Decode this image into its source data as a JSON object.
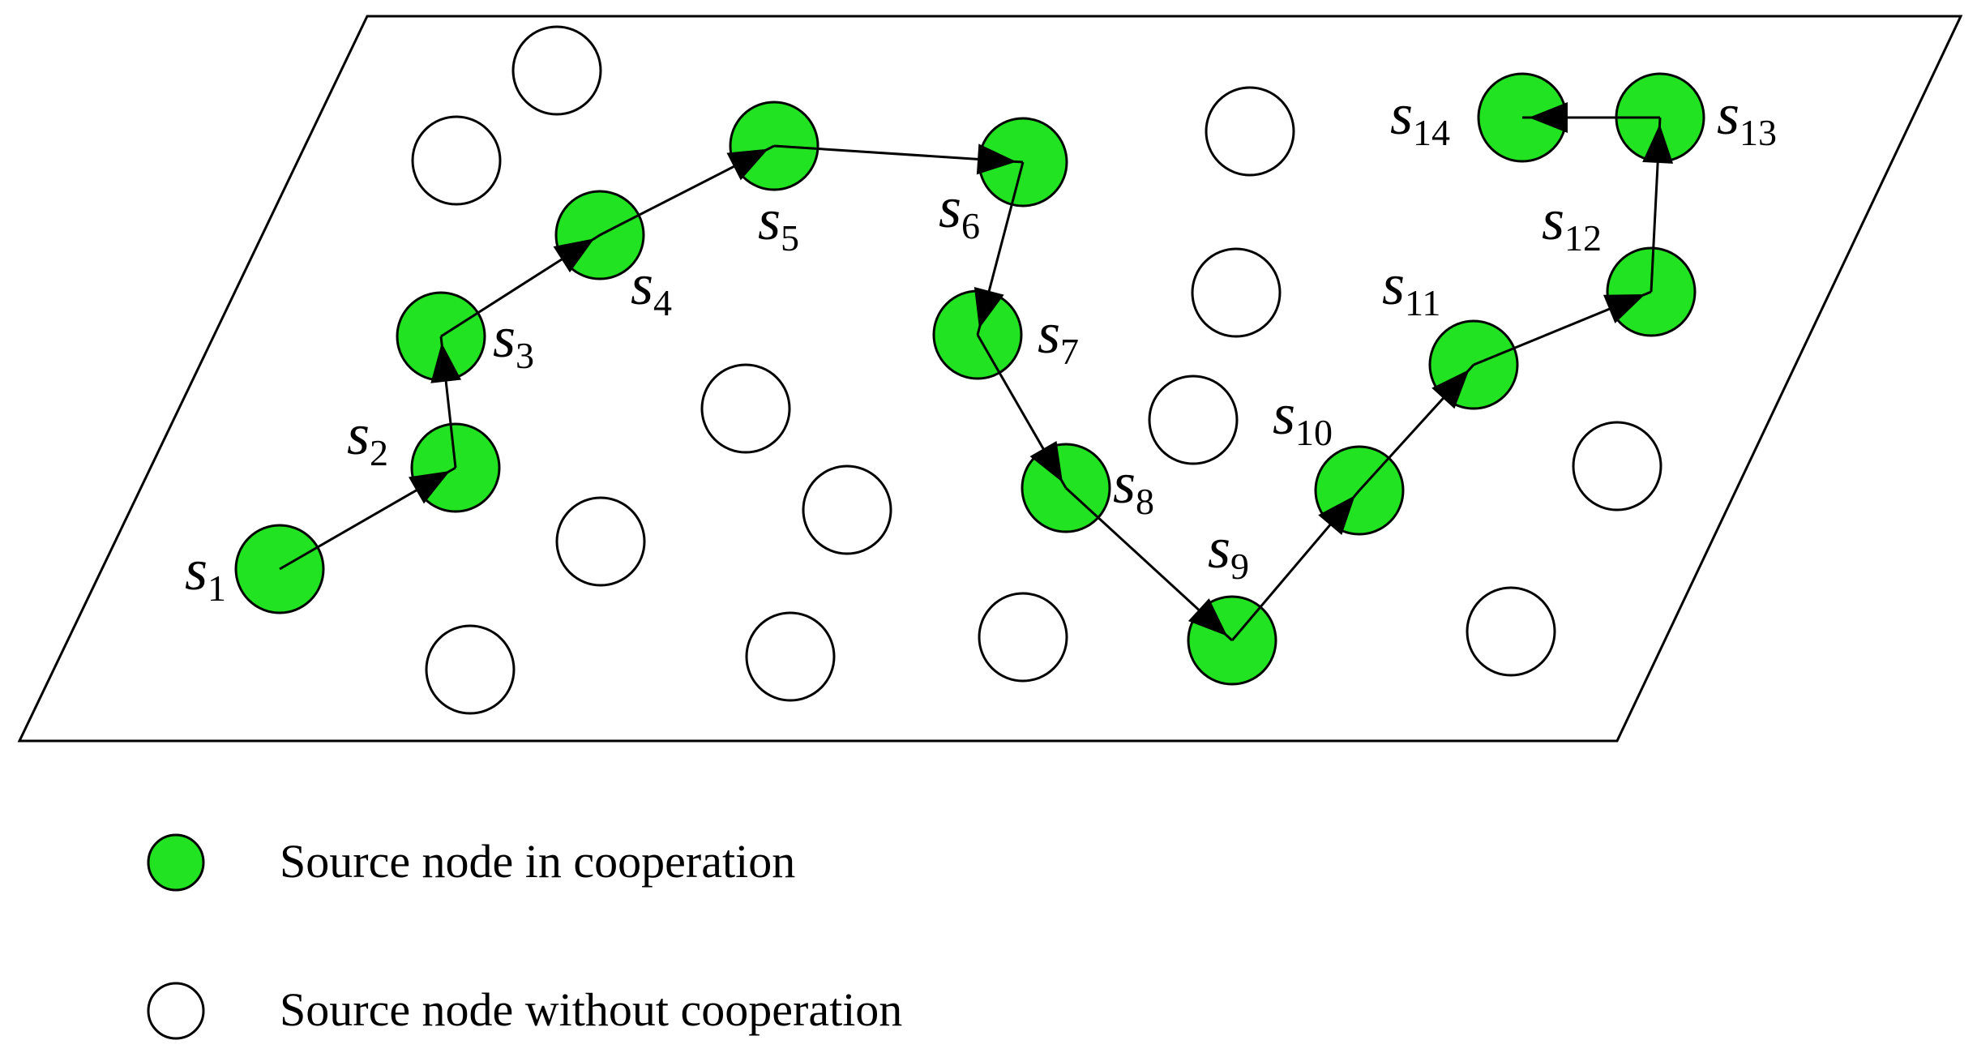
{
  "colors": {
    "active_fill": "#22e322",
    "inactive_fill": "#ffffff",
    "stroke": "#000000"
  },
  "active_nodes": [
    {
      "id": "s1",
      "var": "s",
      "sub": "1"
    },
    {
      "id": "s2",
      "var": "s",
      "sub": "2"
    },
    {
      "id": "s3",
      "var": "s",
      "sub": "3"
    },
    {
      "id": "s4",
      "var": "s",
      "sub": "4"
    },
    {
      "id": "s5",
      "var": "s",
      "sub": "5"
    },
    {
      "id": "s6",
      "var": "s",
      "sub": "6"
    },
    {
      "id": "s7",
      "var": "s",
      "sub": "7"
    },
    {
      "id": "s8",
      "var": "s",
      "sub": "8"
    },
    {
      "id": "s9",
      "var": "s",
      "sub": "9"
    },
    {
      "id": "s10",
      "var": "s",
      "sub": "10"
    },
    {
      "id": "s11",
      "var": "s",
      "sub": "11"
    },
    {
      "id": "s12",
      "var": "s",
      "sub": "12"
    },
    {
      "id": "s13",
      "var": "s",
      "sub": "13"
    },
    {
      "id": "s14",
      "var": "s",
      "sub": "14"
    }
  ],
  "path": [
    "s1",
    "s2",
    "s3",
    "s4",
    "s5",
    "s6",
    "s7",
    "s8",
    "s9",
    "s10",
    "s11",
    "s12",
    "s13",
    "s14"
  ],
  "legend": {
    "active_label": "Source node in cooperation",
    "inactive_label": "Source node without cooperation"
  }
}
